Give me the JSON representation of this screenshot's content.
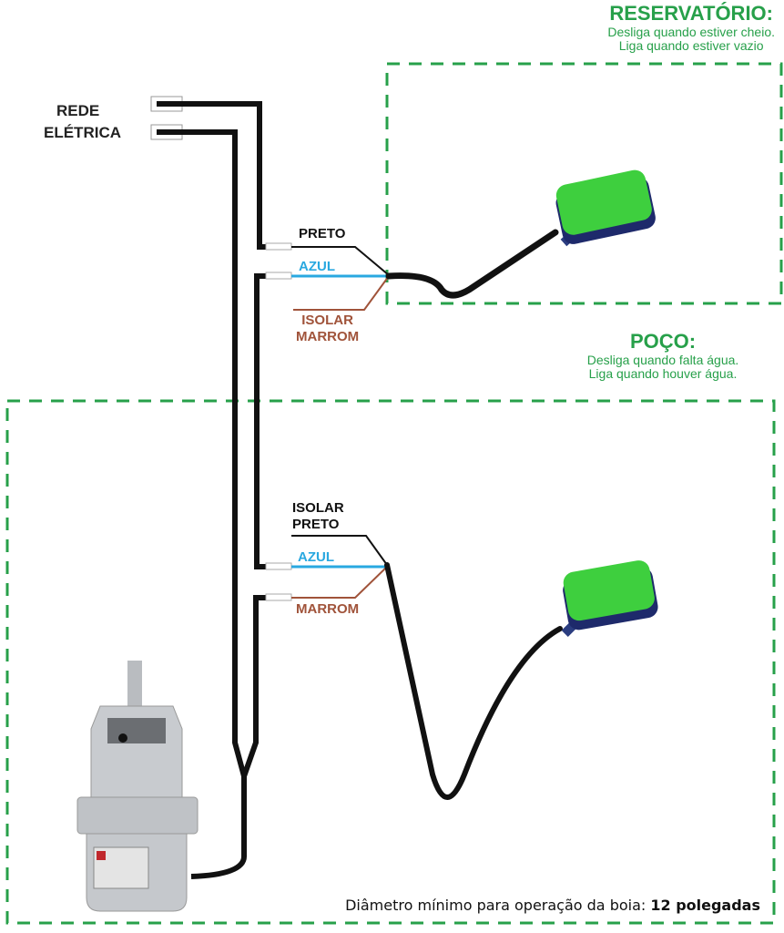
{
  "reservatorio": {
    "title": "RESERVATÓRIO:",
    "line1": "Desliga quando estiver cheio.",
    "line2": "Liga quando estiver vazio"
  },
  "poco": {
    "title": "POÇO:",
    "line1": "Desliga quando falta água.",
    "line2": "Liga quando houver água."
  },
  "rede": {
    "line1": "REDE",
    "line2": "ELÉTRICA"
  },
  "top_wires": {
    "preto": "PRETO",
    "azul": "AZUL",
    "marrom1": "ISOLAR",
    "marrom2": "MARROM"
  },
  "bottom_wires": {
    "preto1": "ISOLAR",
    "preto2": "PRETO",
    "azul": "AZUL",
    "marrom": "MARROM"
  },
  "note": {
    "text": "Diâmetro mínimo para operação da boia: ",
    "bold": "12 polegadas"
  },
  "colors": {
    "green": "#27a04a",
    "blue": "#29a8e0",
    "brown": "#a0533a",
    "float": "#3ecf3e"
  }
}
